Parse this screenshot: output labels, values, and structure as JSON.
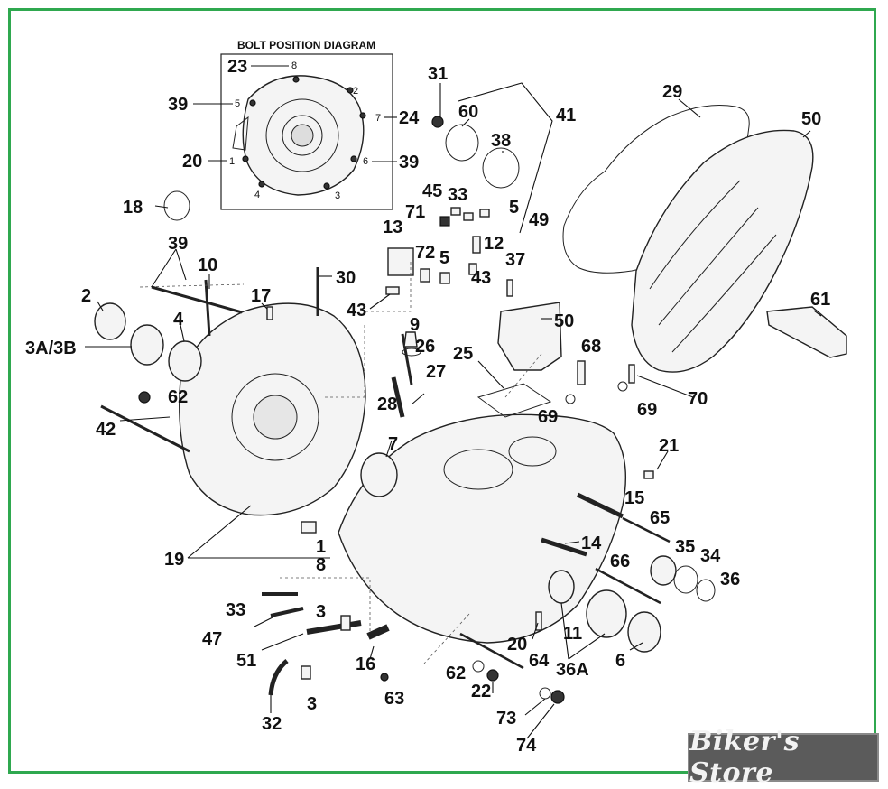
{
  "diagram": {
    "inset_title": "BOLT POSITION DIAGRAM",
    "inset_callouts": [
      "23",
      "39",
      "20",
      "24",
      "39"
    ],
    "inset_positions": [
      "8",
      "2",
      "5",
      "7",
      "1",
      "6",
      "4",
      "3"
    ],
    "callouts": [
      "31",
      "60",
      "41",
      "29",
      "38",
      "50",
      "45",
      "33",
      "71",
      "5",
      "49",
      "18",
      "13",
      "72",
      "5",
      "12",
      "37",
      "43",
      "39",
      "10",
      "30",
      "2",
      "17",
      "43",
      "50",
      "4",
      "9",
      "3A/3B",
      "26",
      "27",
      "25",
      "68",
      "62",
      "28",
      "69",
      "69",
      "70",
      "42",
      "7",
      "21",
      "15",
      "65",
      "35",
      "34",
      "36",
      "1",
      "8",
      "19",
      "14",
      "66",
      "33",
      "3",
      "47",
      "51",
      "16",
      "20",
      "64",
      "62",
      "22",
      "36A",
      "11",
      "6",
      "32",
      "3",
      "63",
      "73",
      "74",
      "61"
    ]
  },
  "brand": {
    "label": "Biker's Store",
    "badge_color": "#5b5b5b"
  },
  "colors": {
    "frame_border": "#2fa84f",
    "background": "#ffffff"
  }
}
